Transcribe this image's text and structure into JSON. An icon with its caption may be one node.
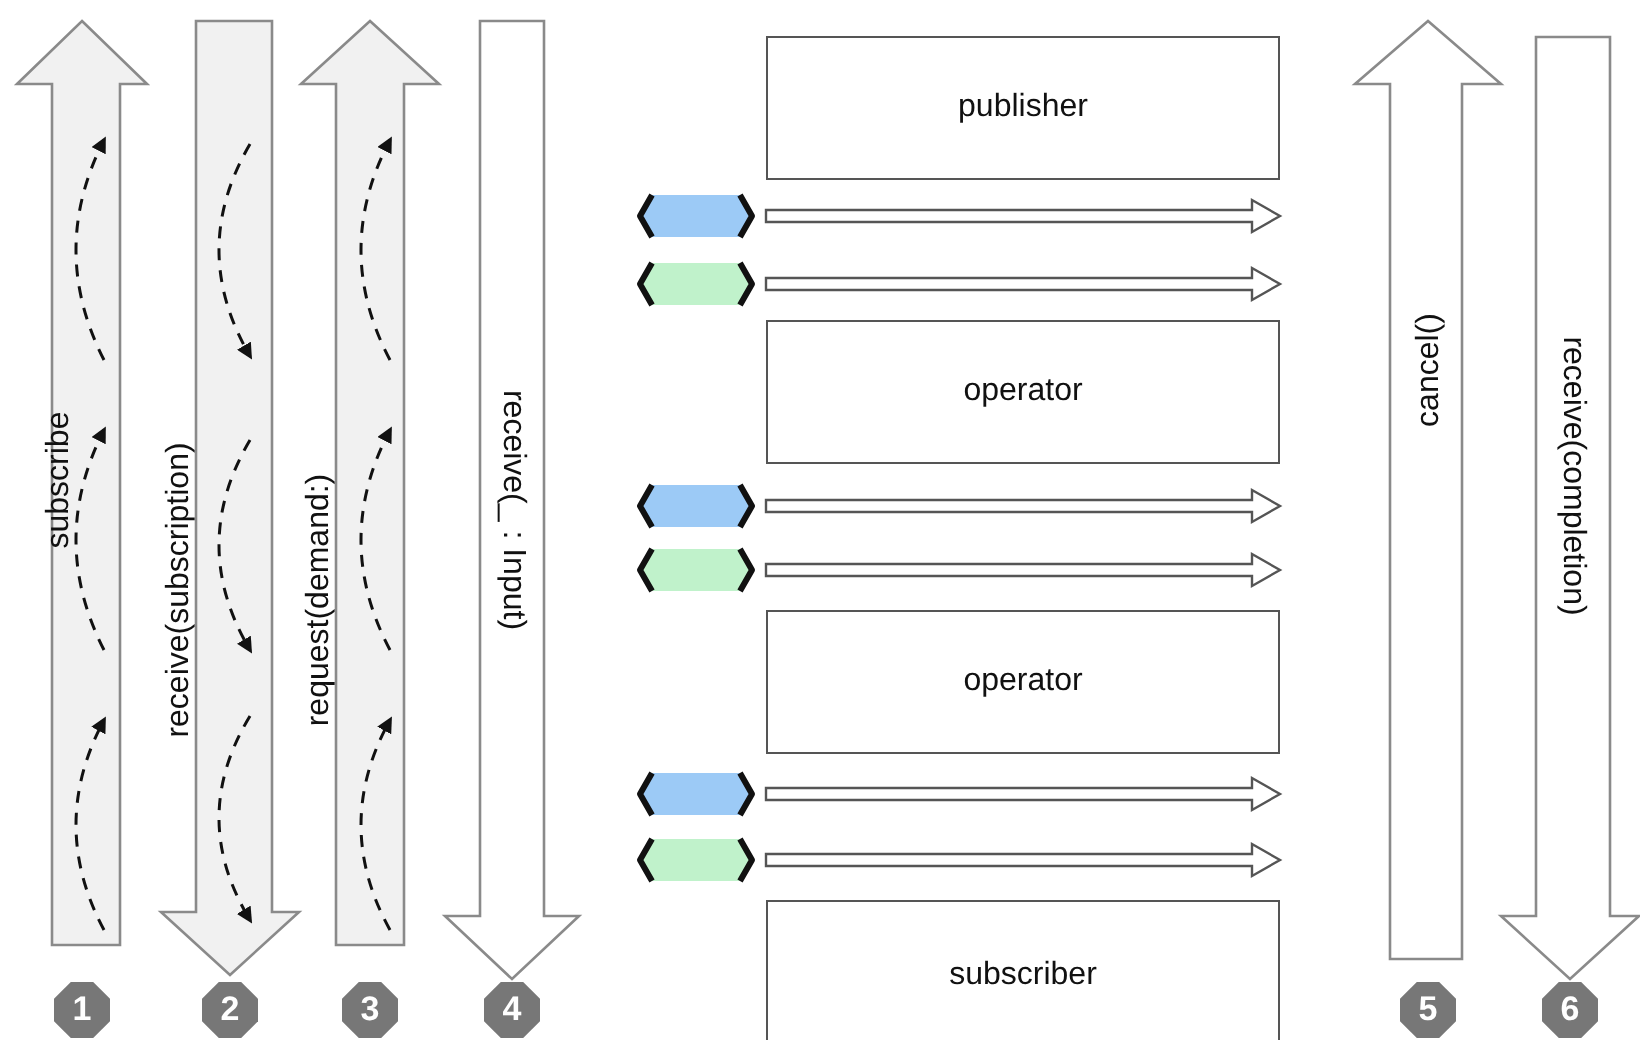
{
  "diagram": {
    "nodes": [
      {
        "text": [
          "subscribe"
        ],
        "beside": [
          "1"
        ]
      },
      {
        "text": [
          "receive(subscription)"
        ],
        "beside": [
          "2"
        ]
      },
      {
        "text": [
          "request(demand:)"
        ],
        "beside": [
          "3"
        ]
      },
      {
        "text": [
          "receive(_ : Input)"
        ],
        "beside": [
          "4"
        ]
      },
      {
        "text": [
          "publisher"
        ]
      },
      {
        "text": [],
        "shape": "hexagon"
      },
      {
        "text": [],
        "shape": "hexagon"
      },
      {
        "text": [
          "operator"
        ]
      },
      {
        "text": [],
        "shape": "hexagon"
      },
      {
        "text": [],
        "shape": "hexagon"
      },
      {
        "text": [
          "operator"
        ]
      },
      {
        "text": [],
        "shape": "hexagon"
      },
      {
        "text": [],
        "shape": "hexagon"
      },
      {
        "text": [
          "subscriber"
        ]
      },
      {
        "text": [
          "cancel()"
        ],
        "beside": [
          "5"
        ]
      },
      {
        "text": [
          "receive(completion)"
        ],
        "beside": [
          "6"
        ]
      }
    ],
    "edges": [
      {
        "from": 5,
        "to": null,
        "arrow": "to"
      },
      {
        "from": 6,
        "to": null,
        "arrow": "to"
      },
      {
        "from": 8,
        "to": null,
        "arrow": "to"
      },
      {
        "from": 9,
        "to": null,
        "arrow": "to"
      },
      {
        "from": 11,
        "to": null,
        "arrow": "to"
      },
      {
        "from": 12,
        "to": null,
        "arrow": "to"
      }
    ]
  }
}
